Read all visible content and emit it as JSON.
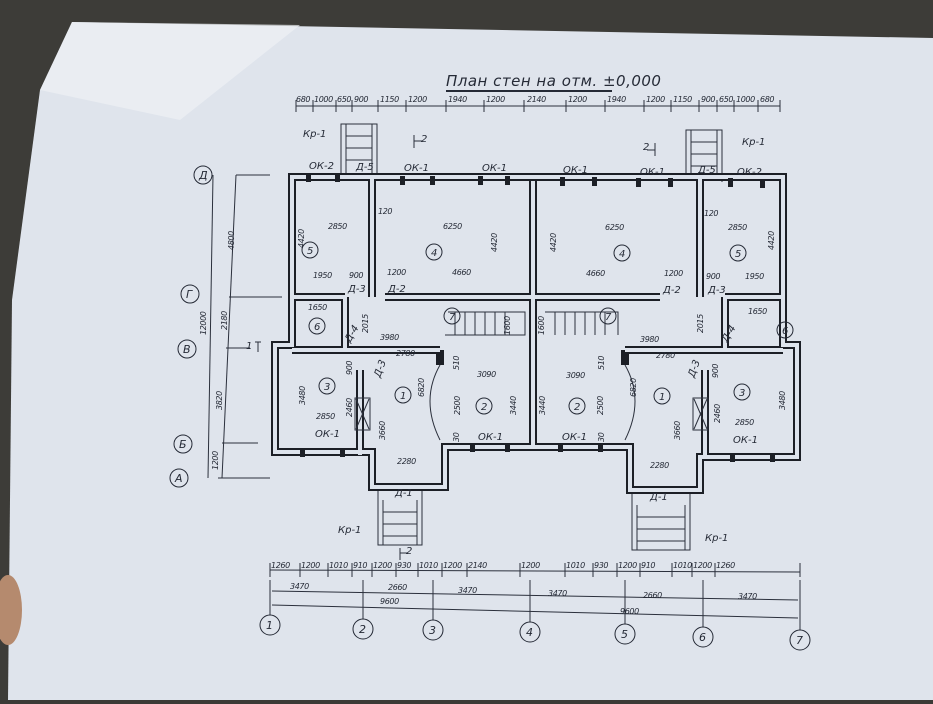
{
  "title": "План стен на отм. ±0,000",
  "top_dims": [
    "680",
    "1000",
    "650",
    "900",
    "1150",
    "1200",
    "1940",
    "1200",
    "2140",
    "1200",
    "1940",
    "1200",
    "1150",
    "900",
    "650",
    "1000",
    "680"
  ],
  "bottom_dims": {
    "row1": [
      "1260",
      "1200",
      "1010",
      "910",
      "1200",
      "930",
      "1010",
      "1200",
      "2140",
      "1200",
      "1010",
      "930",
      "1200",
      "910",
      "1010",
      "1200",
      "1260"
    ],
    "row2": [
      "3470",
      "2660",
      "3470",
      "3470",
      "2660",
      "3470"
    ],
    "row3": [
      "9600",
      "9600"
    ]
  },
  "left_dims": {
    "outer": "12000",
    "inner": [
      "4800",
      "2180",
      "3820",
      "1200"
    ]
  },
  "axes_letters": [
    "Д",
    "Г",
    "В",
    "Б",
    "А"
  ],
  "axes_numbers": [
    "1",
    "2",
    "3",
    "4",
    "5",
    "6",
    "7"
  ],
  "section_marks": [
    "1",
    "2",
    "2",
    "2"
  ],
  "rooms": [
    "1",
    "2",
    "3",
    "4",
    "5",
    "6",
    "7"
  ],
  "labels": {
    "kr1": "Кр-1",
    "ok1": "ОК-1",
    "ok2": "ОК-2",
    "d1": "Д-1",
    "d2": "Д-2",
    "d3": "Д-3",
    "d4": "Д-4",
    "d5": "Д-5"
  },
  "room_dims": {
    "r5w": "2850",
    "r5h": "4420",
    "r5a": "1950",
    "r5b": "900",
    "r4w": "6250",
    "r4h": "4420",
    "r4a": "1200",
    "r4b": "4660",
    "wall": "120",
    "r6w": "1650",
    "r3w": "2850",
    "r3h": "3480",
    "r3a": "2460",
    "r3b": "900",
    "corr": "3980",
    "corr2": "2780",
    "r1h": "6820",
    "r1a": "3660",
    "r1w": "2280",
    "r2w": "3090",
    "r2h": "3440",
    "r2a": "2500",
    "r2b": "510",
    "r2c": "30",
    "d2015": "2015",
    "st": "1600"
  }
}
